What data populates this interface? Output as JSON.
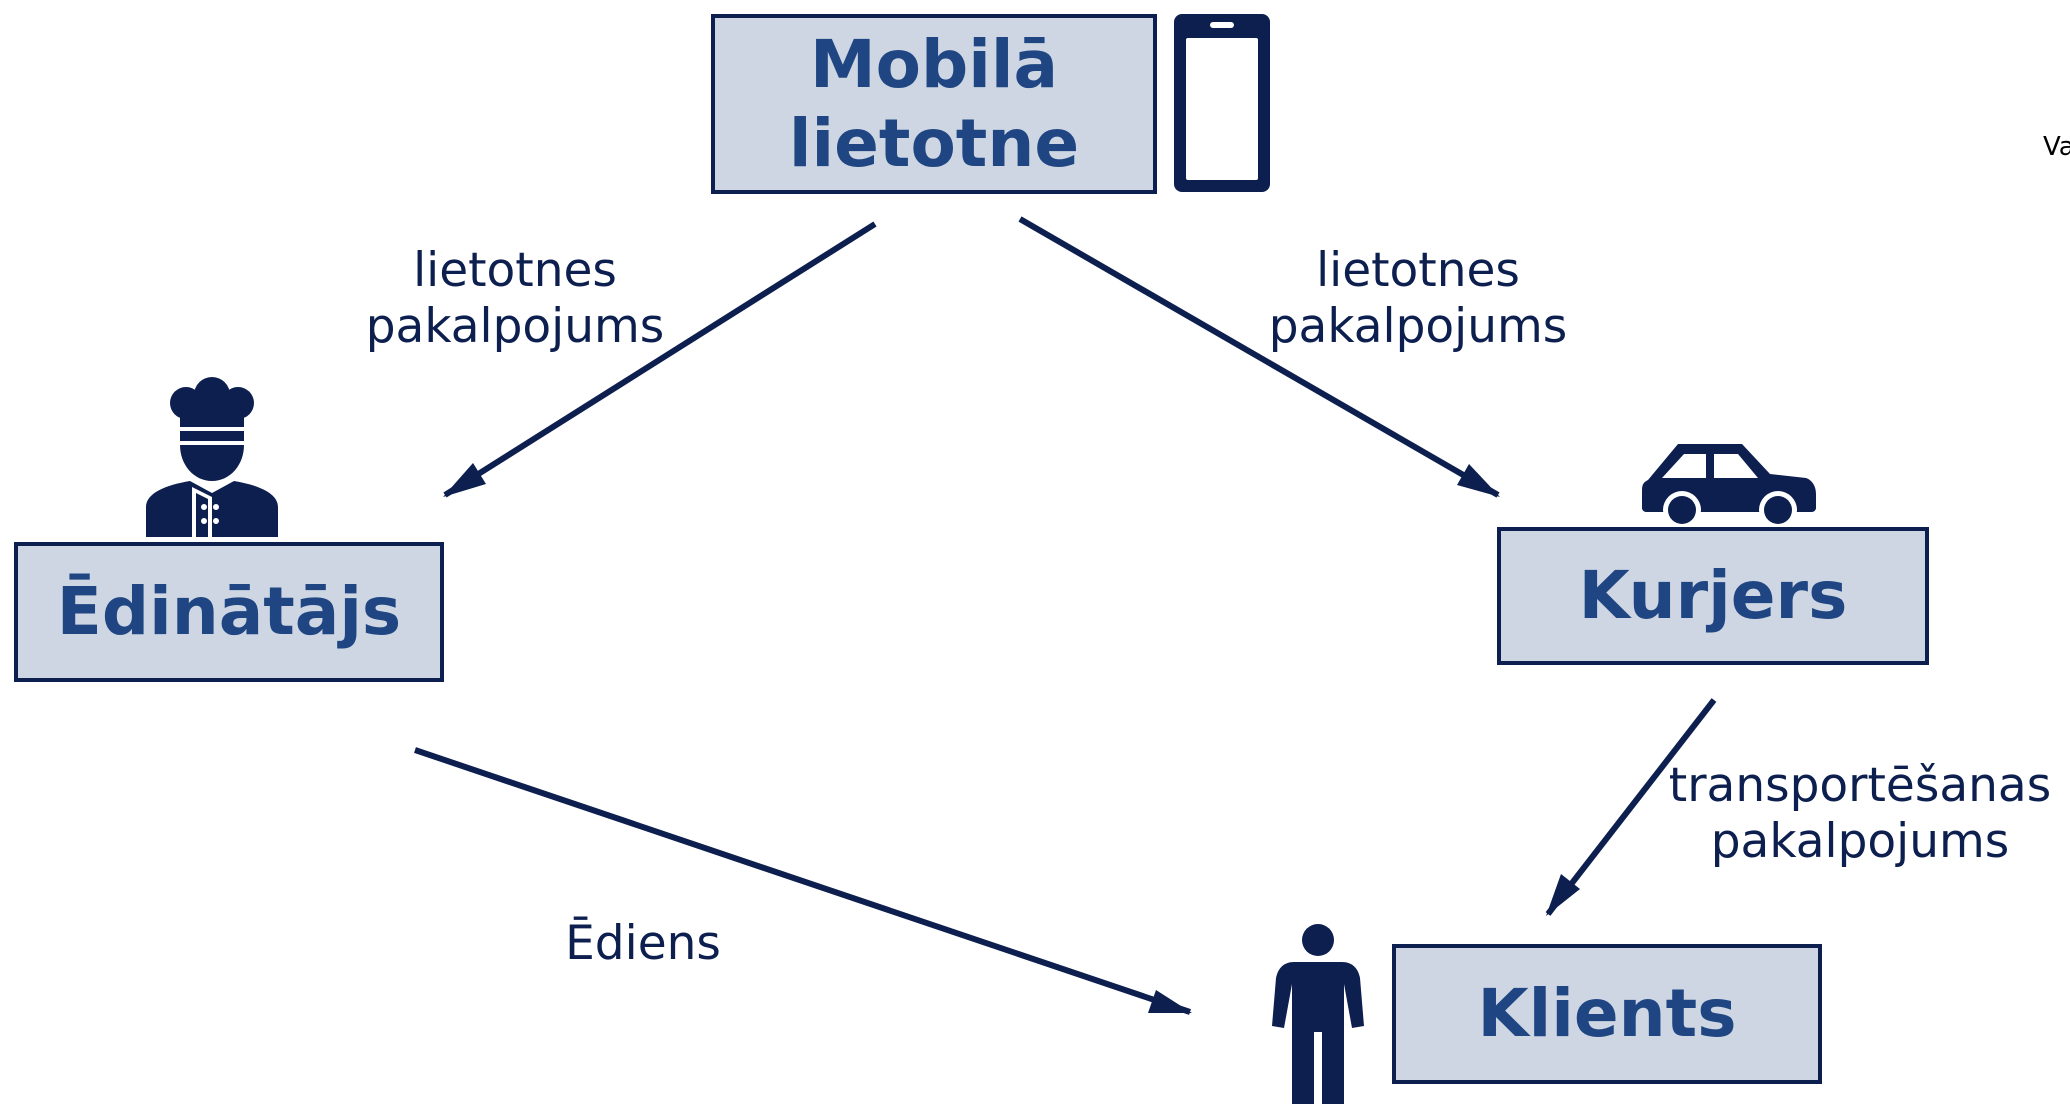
{
  "colors": {
    "box_fill": "#ced6e3",
    "box_border": "#0d1f4f",
    "box_text": "#1f4682",
    "edge": "#0d1f4f",
    "label_text": "#0d1f4f",
    "icon": "#0d1f4f"
  },
  "nodes": {
    "app": {
      "label": "Mobilā\nlietotne",
      "icon": "smartphone-icon"
    },
    "caterer": {
      "label": "Ēdinātājs",
      "icon": "chef-icon"
    },
    "courier": {
      "label": "Kurjers",
      "icon": "car-icon"
    },
    "client": {
      "label": "Klients",
      "icon": "person-icon"
    }
  },
  "edges": [
    {
      "from": "app",
      "to": "caterer",
      "label": "lietotnes\npakalpojums"
    },
    {
      "from": "app",
      "to": "courier",
      "label": "lietotnes\npakalpojums"
    },
    {
      "from": "courier",
      "to": "client",
      "label": "transportēšanas\npakalpojums"
    },
    {
      "from": "caterer",
      "to": "client",
      "label": "Ēdiens"
    }
  ],
  "cutoff_text": "Va"
}
